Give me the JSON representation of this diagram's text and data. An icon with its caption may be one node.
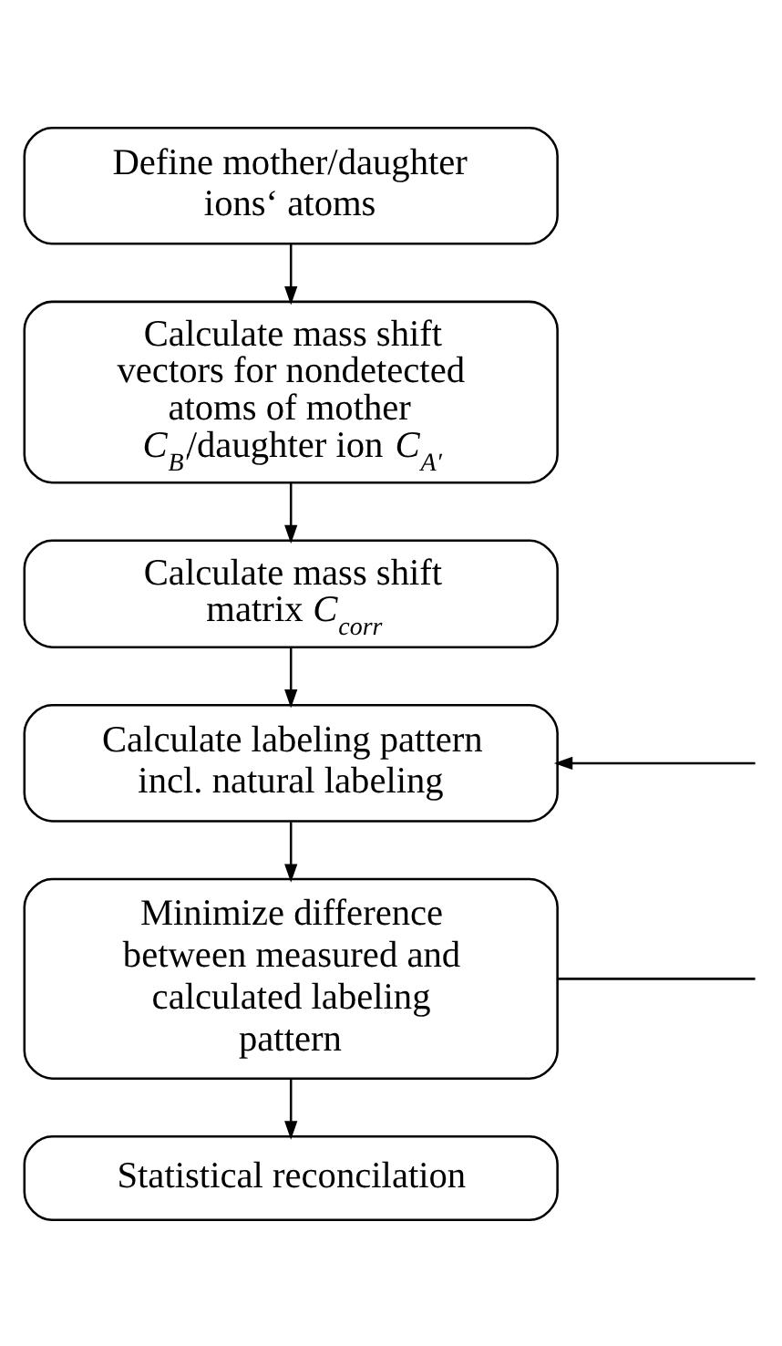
{
  "diagram": {
    "nodes": [
      {
        "text": [
          "Define mother/daughter ions‘ atoms"
        ]
      },
      {
        "text": [
          "Calculate mass shift vectors for nondetected atoms of mother *C*$_{B′}$/daughter ion *C*$_{A′}$"
        ]
      },
      {
        "text": [
          "Calculate mass shift matrix *C*$_{corr}$"
        ]
      },
      {
        "text": [
          "Calculate labeling pattern incl. natural labeling"
        ]
      },
      {
        "text": [
          "Minimize difference between measured and calculated labeling pattern"
        ]
      },
      {
        "text": [
          "Statistical reconcilation"
        ]
      }
    ],
    "edges": [
      {
        "from": 0,
        "to": 1,
        "arrow": "to"
      },
      {
        "from": 1,
        "to": 2,
        "arrow": "to"
      },
      {
        "from": 2,
        "to": 3,
        "arrow": "to"
      },
      {
        "from": 3,
        "to": 4,
        "arrow": "to"
      },
      {
        "from": 4,
        "to": 5,
        "arrow": "to"
      },
      {
        "from": null,
        "to": 3,
        "arrow": "to"
      },
      {
        "from": 4,
        "to": null,
        "arrow": "none"
      }
    ]
  }
}
